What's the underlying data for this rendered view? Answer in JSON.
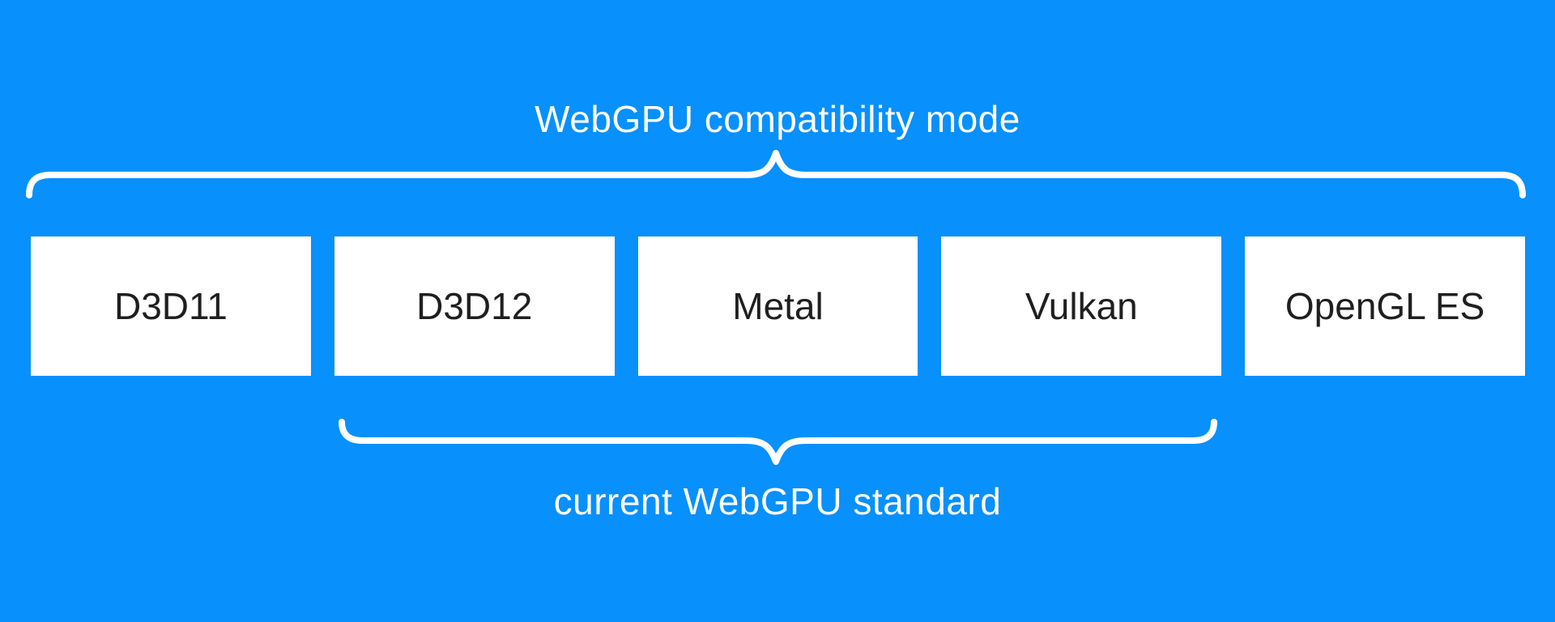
{
  "diagram": {
    "title": "WebGPU compatibility mode",
    "bottom_group_label": "current WebGPU standard",
    "backends": [
      "D3D11",
      "D3D12",
      "Metal",
      "Vulkan",
      "OpenGL ES"
    ],
    "colors": {
      "background": "#0890FC",
      "brace_and_label": "#FFFFFF",
      "box_background": "#FFFFFF",
      "box_text": "#1F1F1F"
    }
  }
}
